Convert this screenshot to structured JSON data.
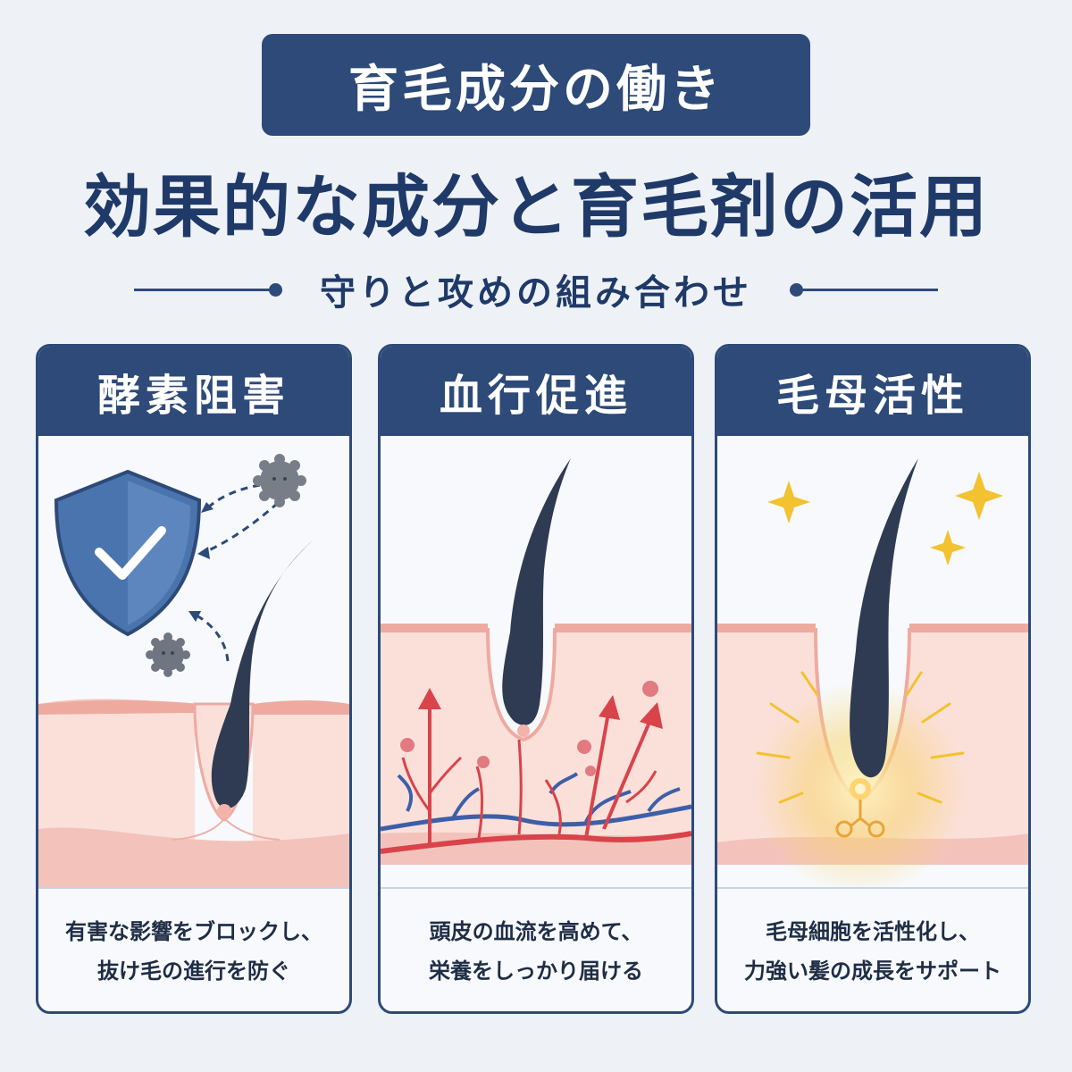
{
  "header": {
    "badge": "育毛成分の働き",
    "title": "効果的な成分と育毛剤の活用",
    "subtitle": "守りと攻めの組み合わせ"
  },
  "cards": [
    {
      "title": "酵素阻害",
      "desc_line1": "有害な影響をブロックし、",
      "desc_line2": "抜け毛の進行を防ぐ"
    },
    {
      "title": "血行促進",
      "desc_line1": "頭皮の血流を高めて、",
      "desc_line2": "栄養をしっかり届ける"
    },
    {
      "title": "毛母活性",
      "desc_line1": "毛母細胞を活性化し、",
      "desc_line2": "力強い髪の成長をサポート"
    }
  ],
  "colors": {
    "navy": "#2d4a78",
    "background": "#eef2f7",
    "skin": "#f8d3cc",
    "artery": "#d9434a",
    "vein": "#3d5fa8",
    "sparkle": "#f2c230"
  }
}
